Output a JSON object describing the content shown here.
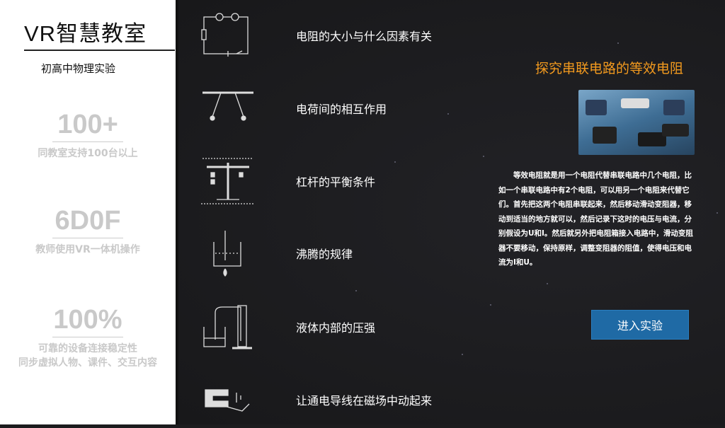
{
  "sidebar": {
    "title": "VR智慧教室",
    "subtitle": "初高中物理实验",
    "stats": [
      {
        "value": "100+",
        "desc": [
          "同教室支持100台以上"
        ]
      },
      {
        "value": "6D0F",
        "desc": [
          "教师使用VR一体机操作"
        ]
      },
      {
        "value": "100%",
        "desc": [
          "可靠的设备连接稳定性",
          "同步虚拟人物、课件、交互内容"
        ]
      }
    ]
  },
  "experiments": [
    {
      "label": "电阻的大小与什么因素有关",
      "icon": "circuit-icon"
    },
    {
      "label": "电荷间的相互作用",
      "icon": "charges-icon"
    },
    {
      "label": "杠杆的平衡条件",
      "icon": "lever-icon"
    },
    {
      "label": "沸腾的规律",
      "icon": "boiling-icon"
    },
    {
      "label": "液体内部的压强",
      "icon": "pressure-icon"
    },
    {
      "label": "让通电导线在磁场中动起来",
      "icon": "magnet-icon"
    }
  ],
  "detail": {
    "title": "探究串联电路的等效电阻",
    "description": "等效电阻就是用一个电阻代替串联电路中几个电阻，比如一个串联电路中有2个电阻，可以用另一个电阻来代替它们。首先把这两个电阻串联起来，然后移动滑动变阻器，移动到适当的地方就可以，然后记录下这时的电压与电流，分别假设为U和I。然后就另外把电阻箱接入电路中，滑动变阻器不要移动，保持原样，调整变阻器的阻值，使得电压和电流为I和U。",
    "enter_label": "进入实验",
    "accent": "#f39a1e",
    "button_color": "#1f6aa5"
  }
}
